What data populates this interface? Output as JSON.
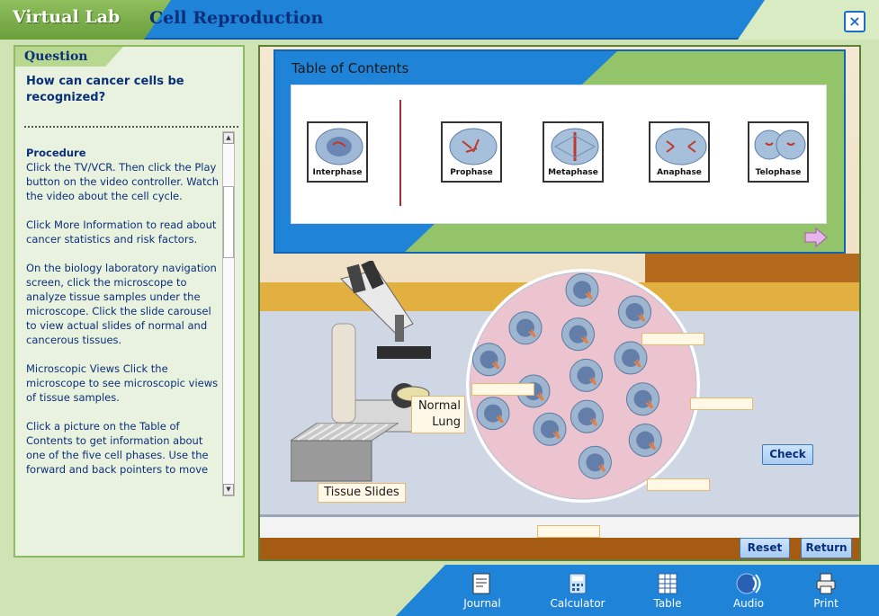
{
  "header": {
    "brand": "Virtual Lab",
    "title": "Cell Reproduction",
    "close_symbol": "×"
  },
  "question": {
    "tab_label": "Question",
    "text": "How can cancer cells be recognized?",
    "procedure_heading": "Procedure",
    "paragraphs": [
      "Click the TV/VCR. Then click the Play button on the video controller. Watch the video about the cell cycle.",
      "Click More Information to read about cancer statistics and risk factors.",
      "On the biology laboratory navigation screen, click the microscope to analyze tissue samples under the microscope. Click the slide carousel to view actual slides of normal and cancerous tissues.",
      "Microscopic Views Click the microscope to see microscopic views of tissue samples.",
      "Click a picture on the Table of Contents to get information about one of the five cell phases. Use the forward and back pointers to move"
    ]
  },
  "toc": {
    "title": "Table of Contents",
    "phases": [
      "Interphase",
      "Prophase",
      "Metaphase",
      "Anaphase",
      "Telophase"
    ]
  },
  "lab": {
    "sample_label_line1": "Normal",
    "sample_label_line2": "Lung",
    "slides_label": "Tissue Slides"
  },
  "buttons": {
    "check": "Check",
    "reset": "Reset",
    "return": "Return"
  },
  "toolbar": {
    "journal": "Journal",
    "calculator": "Calculator",
    "table": "Table",
    "audio": "Audio",
    "print": "Print"
  },
  "colors": {
    "header_blue": "#1f83d8",
    "panel_green": "#8dbb63",
    "title_navy": "#0a2f7a"
  }
}
